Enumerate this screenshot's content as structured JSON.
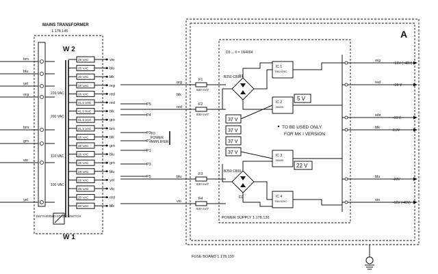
{
  "transformer": {
    "title": "MAINS TRANSFORMER",
    "part": "1.178.145",
    "w2": "W 2",
    "w1": "W 1",
    "thermo": "150°THERMO-STATIC SWITCH"
  },
  "left_wires": [
    "brn",
    "blu",
    "yel",
    "org",
    "brn",
    "grn",
    "vio",
    "yel"
  ],
  "primary_labels": [
    "220 VAC",
    "200 VAC",
    "110 VAC",
    "100 VAC"
  ],
  "secondary_windings": [
    {
      "label": "28 VAC",
      "wire": "vio"
    },
    {
      "label": "28 VAC",
      "wire": "blu"
    },
    {
      "label": "20 VAC",
      "wire": "blk"
    },
    {
      "label": "28 VAC",
      "wire": "org"
    },
    {
      "label": "28 VAC",
      "wire": "red"
    },
    {
      "label": "41.5 VAC",
      "wire": "red"
    },
    {
      "label": "41.5 VAC",
      "wire": "blk"
    },
    {
      "label": "41.5 VAC",
      "wire": "grn"
    },
    {
      "label": "41.5 VAC",
      "wire": "brn"
    },
    {
      "label": "28 VAC",
      "wire": "blk"
    },
    {
      "label": "28 VAC",
      "wire": "grn"
    },
    {
      "label": "28 VAC",
      "wire": "blu"
    },
    {
      "label": "28 VAC",
      "wire": "grn"
    },
    {
      "label": "28 VAC",
      "wire": "blu"
    },
    {
      "label": "28 VAC",
      "wire": "yel"
    },
    {
      "label": "28 VAC",
      "wire": "vio"
    },
    {
      "label": "20 VAC",
      "wire": "red"
    },
    {
      "label": "20 VAC",
      "wire": "blk"
    }
  ],
  "to_amp": [
    "TO",
    "POWER",
    "AMPLIFIER"
  ],
  "amp_pins": [
    "P5",
    "P4",
    "P3",
    "P2",
    "P1",
    "P3",
    "P5"
  ],
  "fuses": [
    {
      "name": "F1",
      "rating": "630 mAT",
      "wire_in": "org",
      "wire_out": "blk"
    },
    {
      "name": "F2",
      "rating": "630 mAT",
      "wire_in": "red",
      "wire_out": ""
    },
    {
      "name": "F3",
      "rating": "630 mAT",
      "wire_in": "blu",
      "wire_out": ""
    },
    {
      "name": "F4",
      "rating": "630 mAT",
      "wire_in": "vio",
      "wire_out": ""
    }
  ],
  "board": {
    "label": "A",
    "diodes": "D3 ... 6 = 1N4004",
    "bridge_top": "B250 C800",
    "bridge_bottom": "B250 C800",
    "d1": "D1",
    "d2": "D2",
    "power_supply": "POWER SUPPLY  1.178.136",
    "fuse_board": "FUSE BOARD  1.178.130",
    "note": [
      "TO BE USED ONLY",
      "FOR MK I VERSION"
    ],
    "zener": [
      "37 V",
      "37 V",
      "37 V",
      "37 V"
    ],
    "ic_labels": [
      {
        "name": "IC 1",
        "type": "TBA 625C"
      },
      {
        "name": "IC 2",
        "type": "78M30"
      },
      {
        "name": "IC 3",
        "type": "78M30"
      },
      {
        "name": "IC 4",
        "type": "TBA 625C"
      }
    ],
    "reg_5v": "5 V",
    "reg_22v": "22 V"
  },
  "outputs": [
    {
      "wire": "org",
      "value": "+16V (+40V)"
    },
    {
      "wire": "red",
      "value": "+20 V"
    },
    {
      "wire": "wht",
      "value": "-19 V"
    },
    {
      "wire": "blk",
      "value": "0,0V"
    },
    {
      "wire": "blu",
      "value": "-20V"
    },
    {
      "wire": "vio",
      "value": "-16V (-40V)"
    }
  ]
}
